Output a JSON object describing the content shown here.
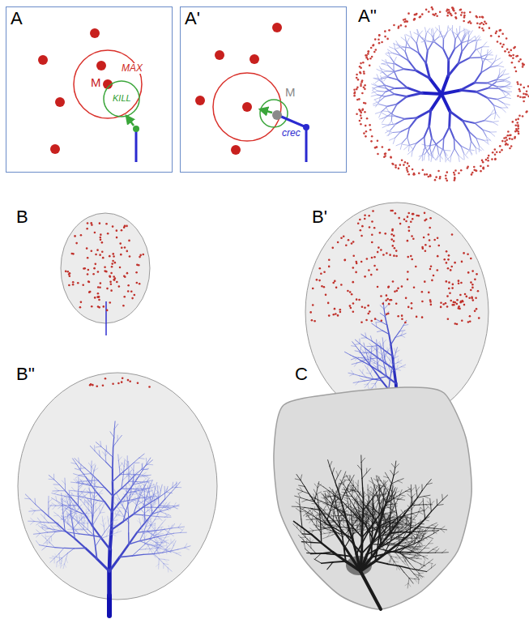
{
  "diagram": {
    "nodes": [
      {
        "text": [
          "A"
        ]
      },
      {
        "text": [
          "A'"
        ]
      }
    ],
    "labels": [
      "A''",
      "B",
      "B'",
      "B''",
      "C",
      "MAX",
      "KILL",
      "M",
      "M",
      "crec"
    ]
  }
}
